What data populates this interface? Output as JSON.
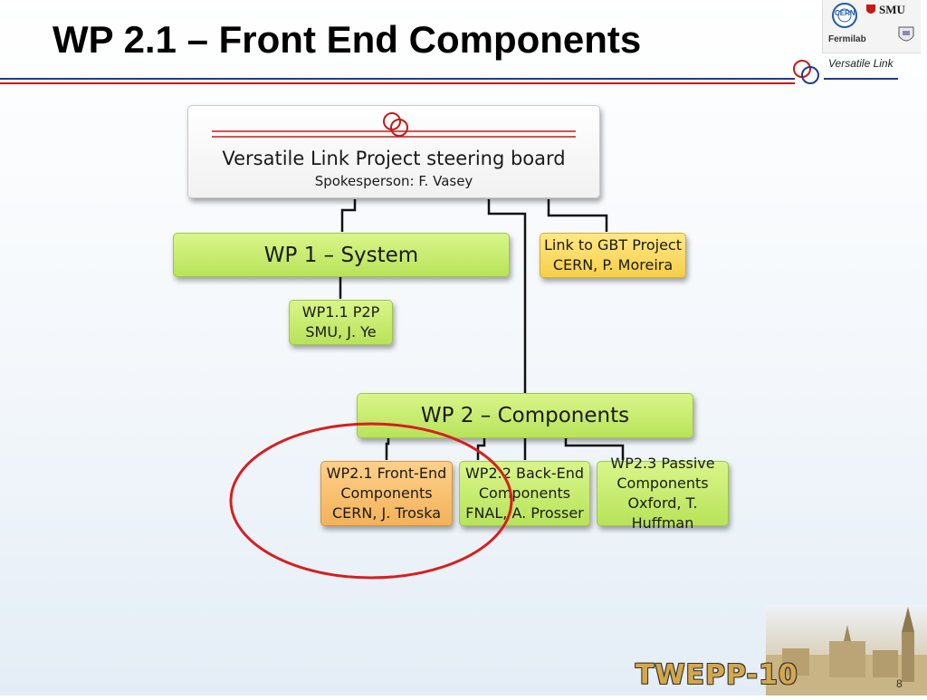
{
  "slide": {
    "title": "WP 2.1 – Front End Components",
    "page_number": "8"
  },
  "logos": {
    "cern": "CERN",
    "smu": "SMU",
    "fermilab": "Fermilab",
    "versatile_link": "Versatile Link",
    "twepp": "TWEPP-10"
  },
  "org_chart": {
    "steering": {
      "title": "Versatile Link Project steering board",
      "subtitle": "Spokesperson: F. Vasey"
    },
    "wp1": {
      "title": "WP 1 – System"
    },
    "gbt": {
      "line1": "Link to GBT Project",
      "line2": "CERN, P. Moreira"
    },
    "wp11": {
      "line1": "WP1.1 P2P",
      "line2": "SMU, J. Ye"
    },
    "wp2": {
      "title": "WP 2 – Components"
    },
    "wp21": {
      "line1": "WP2.1 Front-End",
      "line2": "Components",
      "line3": "CERN, J. Troska"
    },
    "wp22": {
      "line1": "WP2.2 Back-End",
      "line2": "Components",
      "line3": "FNAL, A. Prosser"
    },
    "wp23": {
      "line1": "WP2.3 Passive",
      "line2": "Components",
      "line3": "Oxford, T. Huffman"
    }
  },
  "colors": {
    "green_box": "#c8ec70",
    "yellow_box": "#f9d85a",
    "orange_box": "#f7bf6a",
    "highlight_circle": "#d61f1f",
    "title_rule_blue": "#1f3c8c",
    "title_rule_red": "#c41a1a"
  }
}
